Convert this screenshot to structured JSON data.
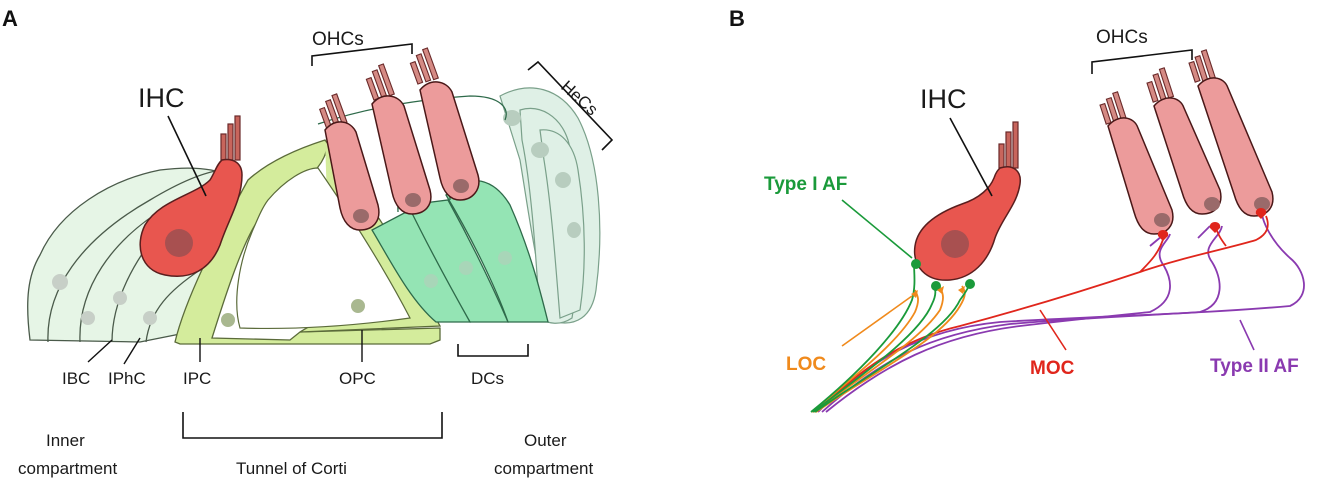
{
  "panel_a": {
    "letter": "A",
    "ohcs": "OHCs",
    "ihc": "IHC",
    "hecs": "HeCs",
    "ibc": "IBC",
    "iphc": "IPhC",
    "ipc": "IPC",
    "opc": "OPC",
    "dcs": "DCs",
    "inner_compartment": [
      "Inner",
      "compartment"
    ],
    "tunnel": "Tunnel of Corti",
    "outer_compartment": [
      "Outer",
      "compartment"
    ]
  },
  "panel_b": {
    "letter": "B",
    "ohcs": "OHCs",
    "ihc": "IHC",
    "type1": "Type I AF",
    "loc": "LOC",
    "moc": "MOC",
    "type2": "Type II AF"
  },
  "colors": {
    "ihc": "#e8564f",
    "ohc": "#e89090",
    "type1": "#1a9a3a",
    "loc": "#f08a1c",
    "moc": "#e0261c",
    "type2": "#8a3ab0",
    "pillar": "#cfe89a",
    "deiters": "#8fe0b0",
    "inner_support": "#e4f4e4"
  }
}
